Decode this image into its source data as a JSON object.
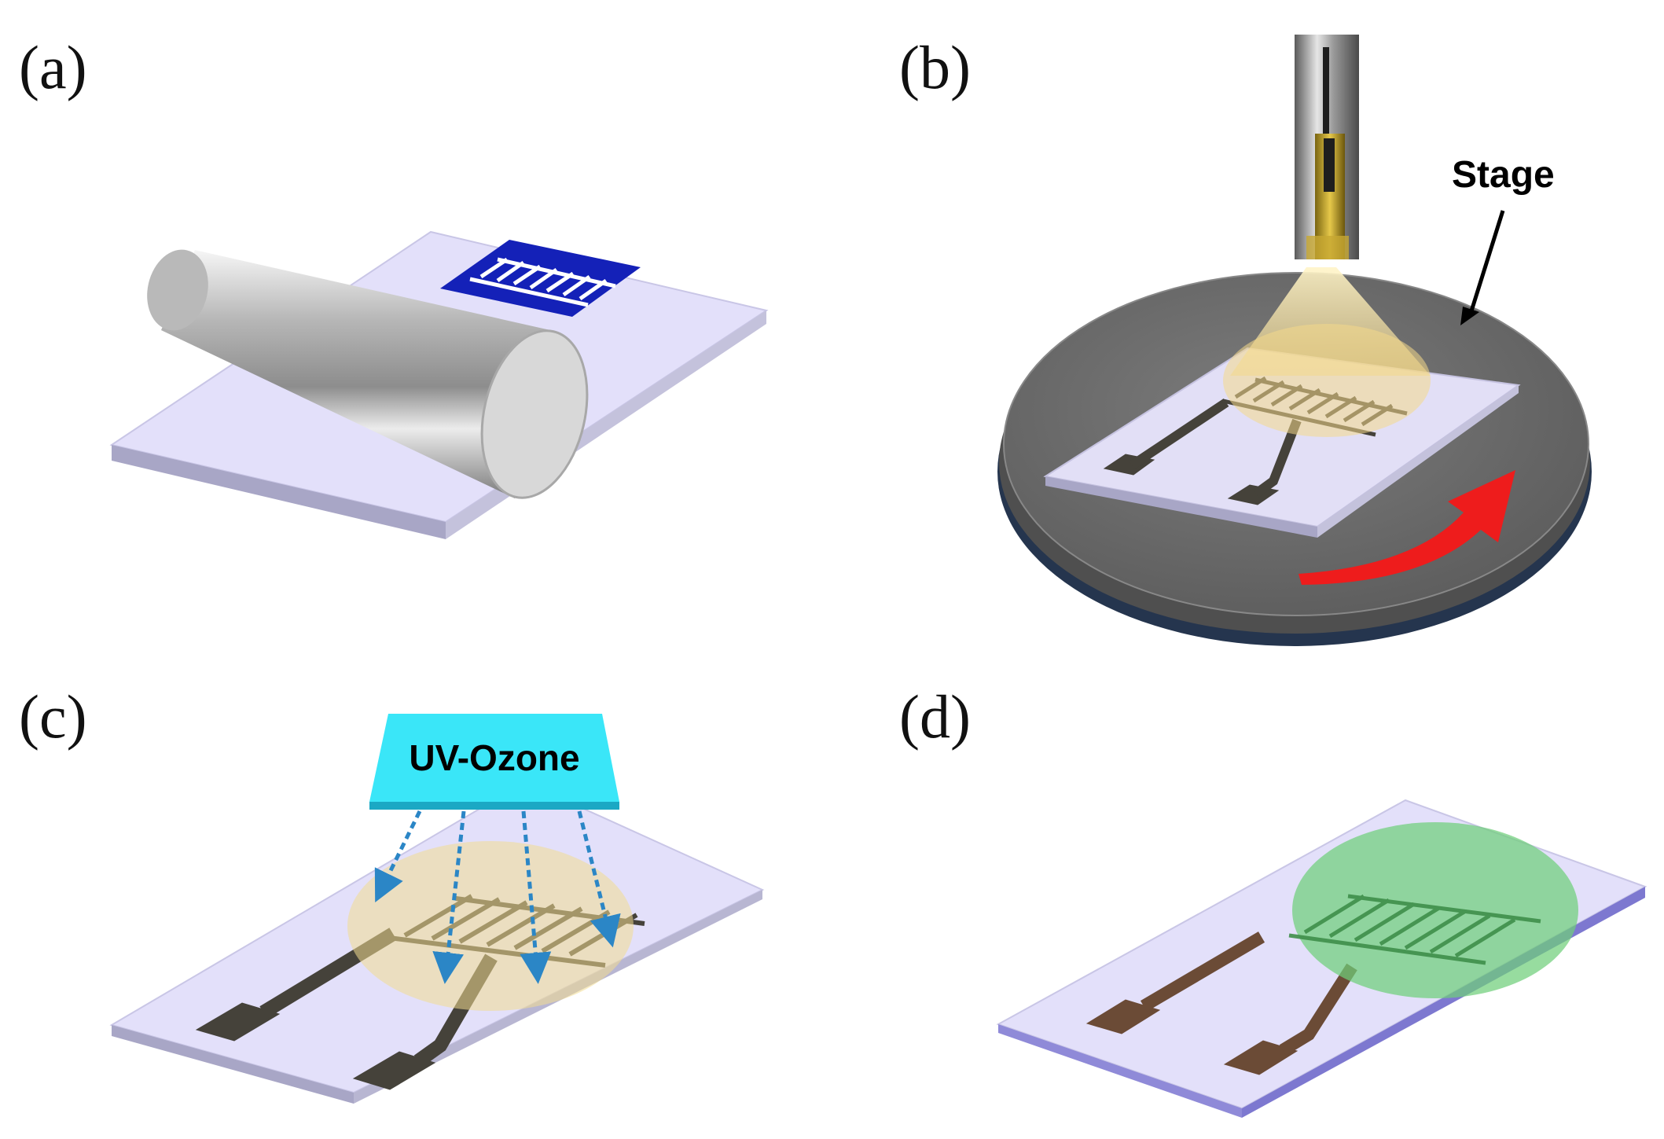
{
  "panels": [
    {
      "label": "(a)"
    },
    {
      "label": "(b)",
      "callout": "Stage"
    },
    {
      "label": "(c)",
      "callout": "UV-Ozone"
    },
    {
      "label": "(d)"
    }
  ],
  "colors": {
    "substrate": "#e3e0fa",
    "substrate_edge": "#a8a6c6",
    "mask_blue": "#1421b8",
    "electrode_dark": "#45423a",
    "electrode_brown": "#6b4b36",
    "spray_yellow": "#f3dc90",
    "stage_gray": "#6e6e6e",
    "arrow_red": "#ee1c1c",
    "uv_cyan": "#3ae6f8",
    "uv_beam": "#2b86c6",
    "film_green": "#6fcf7a"
  },
  "icons": [
    "roller-icon",
    "spray-nozzle-icon",
    "rotation-arrow-icon",
    "uv-lamp-icon"
  ]
}
